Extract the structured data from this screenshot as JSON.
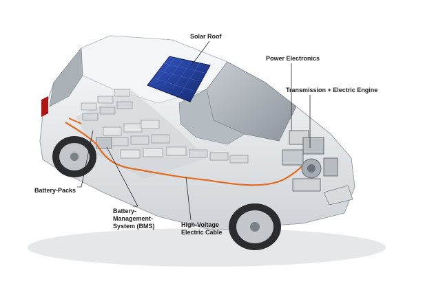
{
  "callouts": {
    "solar_roof": "Solar Roof",
    "power_electronics": "Power Electronics",
    "transmission_engine": "Transmission + Electric Engine",
    "battery_packs": "Battery-Packs",
    "bms": "Battery-\nManagement-\nSystem (BMS)",
    "cable": "High-Voltage\nElectric Cable"
  },
  "colors": {
    "body": "#eef0f2",
    "shadow": "#c9cdd2",
    "glass": "#aeb6bd",
    "solar": "#1f3f9a",
    "cable": "#e36a1c",
    "battery": "#d9dcdf",
    "line": "#222222"
  }
}
